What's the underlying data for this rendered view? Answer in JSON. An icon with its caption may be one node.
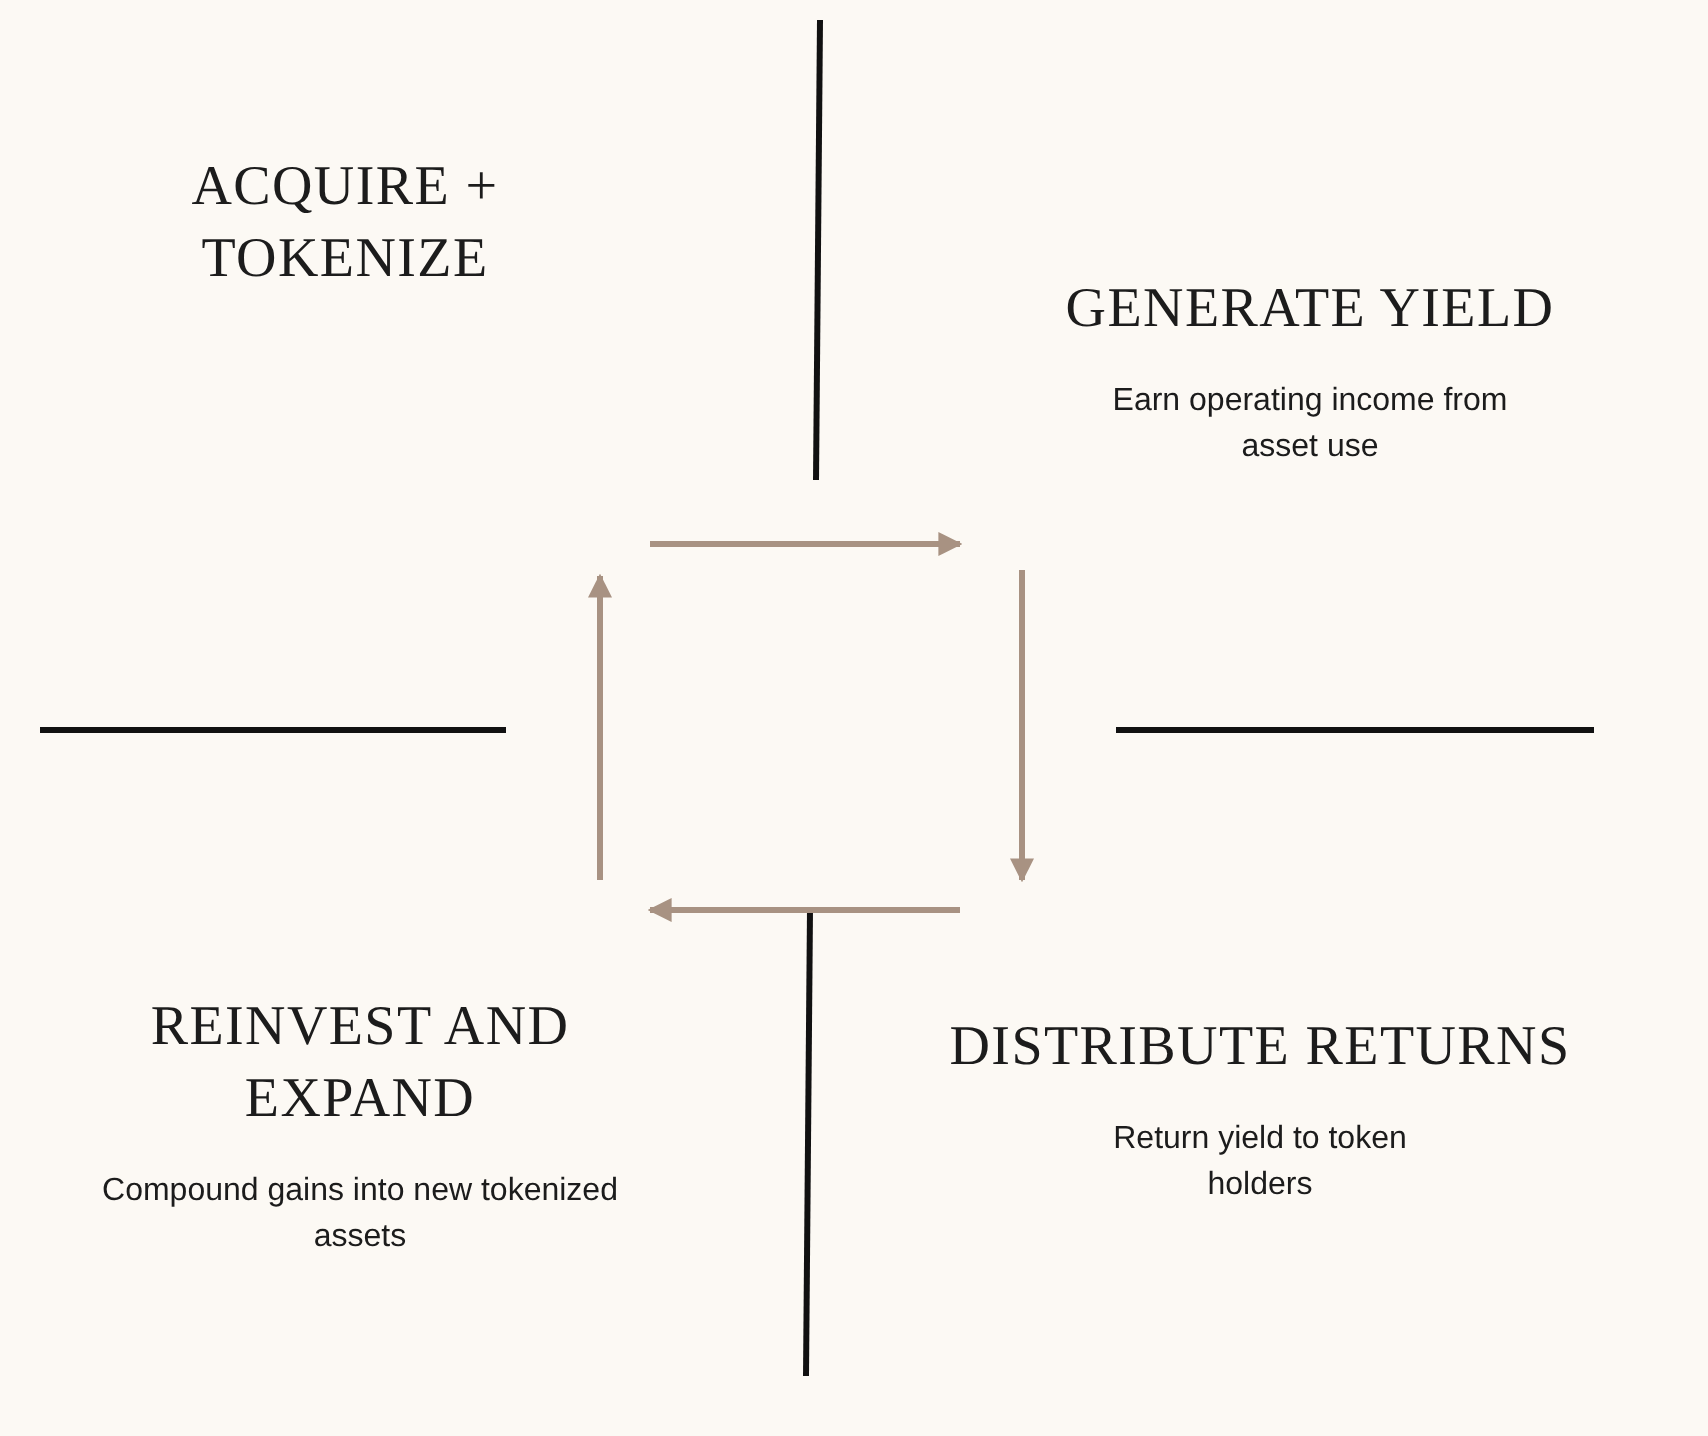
{
  "diagram": {
    "nodes": [
      {
        "text": [
          "ACQUIRE + TOKENIZE"
        ]
      },
      {
        "text": [
          "GENERATE YIELD",
          "Earn operating income from asset use"
        ]
      },
      {
        "text": [
          "REINVEST AND EXPAND",
          "Compound gains into new tokenized assets"
        ]
      },
      {
        "text": [
          "DISTRIBUTE RETURNS",
          "Return yield to token holders"
        ]
      }
    ]
  }
}
